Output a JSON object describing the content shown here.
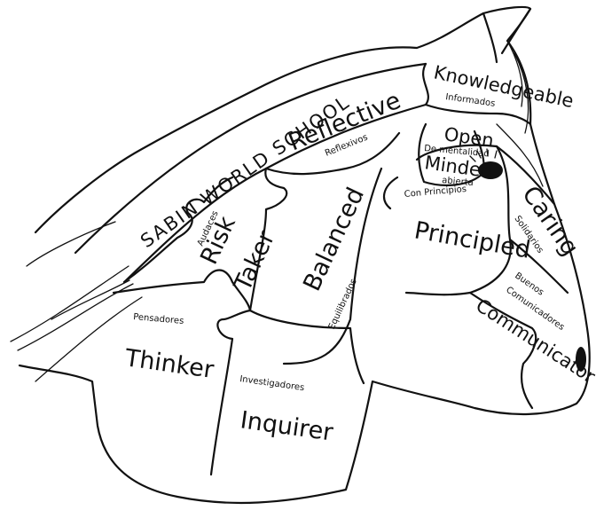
{
  "banner": "SABIN WORLD SCHOOL",
  "pieces": {
    "knowledgeable": {
      "en": "Knowledgeable",
      "es": "Informados"
    },
    "reflective": {
      "en": "Reflective",
      "es": "Reflexivos"
    },
    "open_minded": {
      "en_1": "Open",
      "en_2": "Minded",
      "es_1": "De mentalidad",
      "es_2": "abierta"
    },
    "risk_taker": {
      "en_1": "Risk",
      "en_2": "Taker",
      "es": "Audaces"
    },
    "balanced": {
      "en": "Balanced",
      "es": "Equilibrados"
    },
    "principled": {
      "en": "Principled",
      "es": "Con Principios"
    },
    "caring": {
      "en": "Caring",
      "es": "Solidarios"
    },
    "communicator": {
      "en": "Communicator",
      "es_1": "Buenos",
      "es_2": "Comunicadores"
    },
    "thinker": {
      "en": "Thinker",
      "es": "Pensadores"
    },
    "inquirer": {
      "en": "Inquirer",
      "es": "Investigadores"
    }
  },
  "ink_color": "#111111"
}
